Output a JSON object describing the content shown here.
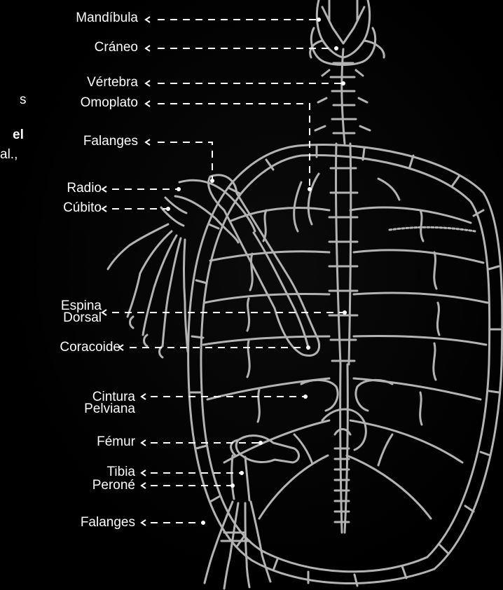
{
  "labels": {
    "mandibula": "Mandíbula",
    "craneo": "Cráneo",
    "vertebra": "Vértebra",
    "omoplato": "Omoplato",
    "falanges_top": "Falanges",
    "radio": "Radio",
    "cubito": "Cúbito",
    "espina_1": "Espina",
    "espina_2": "Dorsal",
    "coracoide": "Coracoide",
    "cintura_1": "Cintura",
    "cintura_2": "Pelviana",
    "femur": "Fémur",
    "tibia": "Tibia",
    "perone": "Peroné",
    "falanges_bottom": "Falanges"
  },
  "cropped_text": {
    "line1": "s",
    "line2": "el",
    "line3": "al.,"
  },
  "colors": {
    "bone": "#b3b3b3",
    "leader": "#ffffff",
    "background": "#000000"
  }
}
